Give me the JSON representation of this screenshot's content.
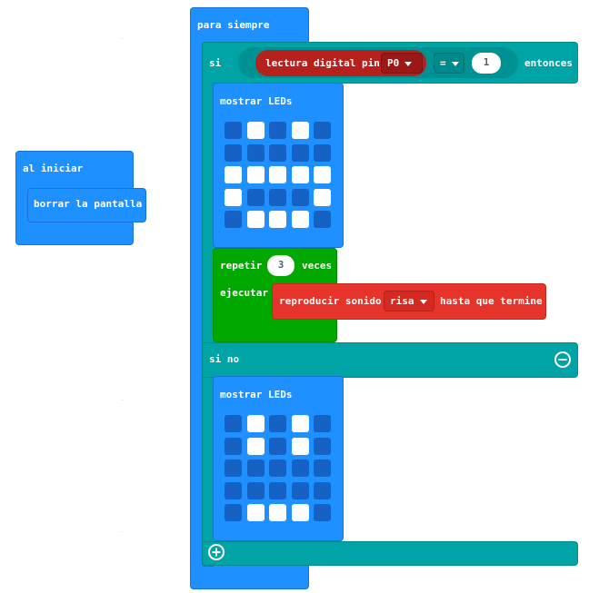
{
  "blocks": {
    "on_start": {
      "label": "al iniciar",
      "clear_label": "borrar la pantalla"
    },
    "forever": {
      "label": "para siempre"
    },
    "if_block": {
      "if_label": "si",
      "then_label": "entonces",
      "else_label": "si no",
      "minus_icon": "minus-circle-icon",
      "plus_icon": "plus-circle-icon"
    },
    "digital_read": {
      "label": "lectura digital pin",
      "pin": "P0"
    },
    "compare": {
      "op": "=",
      "value": "1"
    },
    "show_leds_1": {
      "label": "mostrar LEDs",
      "leds": [
        [
          0,
          1,
          0,
          1,
          0
        ],
        [
          0,
          0,
          0,
          0,
          0
        ],
        [
          1,
          1,
          1,
          1,
          1
        ],
        [
          1,
          0,
          0,
          0,
          1
        ],
        [
          0,
          1,
          1,
          1,
          0
        ]
      ]
    },
    "repeat": {
      "repeat_label": "repetir",
      "times": "3",
      "times_label": "veces",
      "do_label": "ejecutar"
    },
    "play_sound": {
      "label": "reproducir sonido",
      "sound": "risa",
      "until_label": "hasta que termine"
    },
    "show_leds_2": {
      "label": "mostrar LEDs",
      "leds": [
        [
          0,
          1,
          0,
          1,
          0
        ],
        [
          0,
          1,
          0,
          1,
          0
        ],
        [
          0,
          0,
          0,
          0,
          0
        ],
        [
          0,
          0,
          0,
          0,
          0
        ],
        [
          0,
          1,
          1,
          1,
          0
        ]
      ]
    }
  },
  "colors": {
    "basic": "#1e90ff",
    "logic": "#00a4a6",
    "loops": "#00a800",
    "music": "#e7342a",
    "pins": "#b6201d",
    "led_off": "#1562c4",
    "led_on": "#ffffff"
  }
}
